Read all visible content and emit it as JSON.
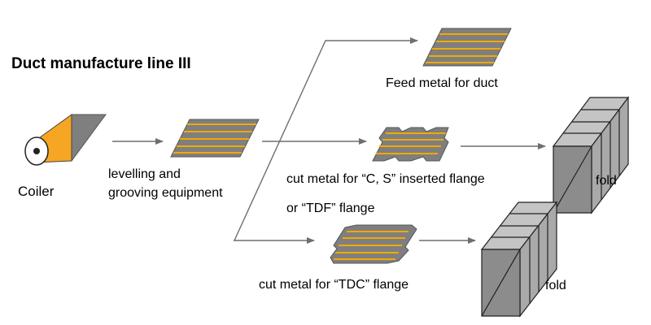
{
  "title": "Duct manufacture line III",
  "labels": {
    "coiler": "Coiler",
    "levelling_1": "levelling and",
    "levelling_2": "grooving equipment",
    "feed_metal": "Feed metal for duct",
    "cs_flange_1": "cut metal for “C, S” inserted flange",
    "cs_flange_2": "or “TDF” flange",
    "tdc_flange": "cut metal for “TDC” flange",
    "fold_upper": "fold",
    "fold_lower": "fold"
  },
  "colors": {
    "sheet": "#7f7f7f",
    "groove": "#f2a900",
    "roll": "#f5a623",
    "box_front": "#8c8c8c",
    "box_top": "#c4c4c4",
    "box_side": "#a9a9a9",
    "arrow": "#6e6e6e"
  }
}
